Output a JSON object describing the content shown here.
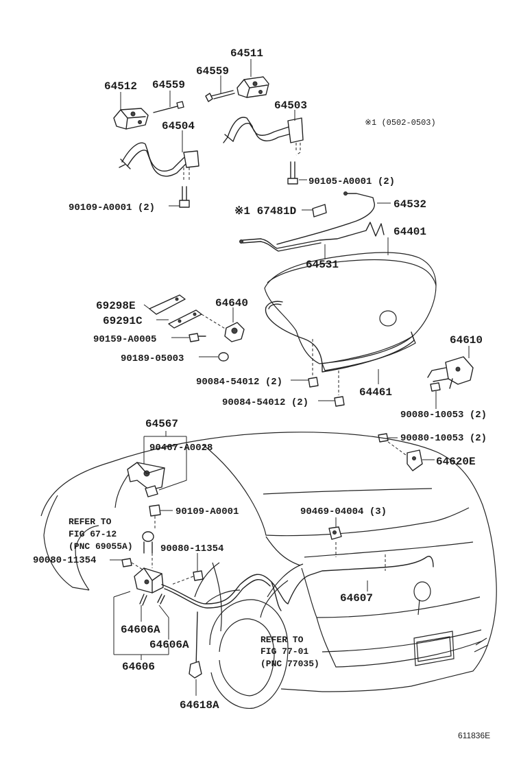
{
  "labels": {
    "p64511": "64511",
    "p64559a": "64559",
    "p64512": "64512",
    "p64559b": "64559",
    "p64503": "64503",
    "p64504": "64504",
    "note_range": "※1 (0502-0503)",
    "p90105": "90105-A0001 (2)",
    "p90109a": "90109-A0001 (2)",
    "p64532": "64532",
    "p67481": "※1 67481D",
    "p64401": "64401",
    "p64531": "64531",
    "p69298": "69298E",
    "p64640": "64640",
    "p69291": "69291C",
    "p90159": "90159-A0005",
    "p90189": "90189-05003",
    "p64610": "64610",
    "p90084a": "90084-54012 (2)",
    "p90084b": "90084-54012 (2)",
    "p64461": "64461",
    "p90080a": "90080-10053 (2)",
    "p90080b": "90080-10053 (2)",
    "p64620": "64620E",
    "p64567": "64567",
    "p90467": "90467-A0028",
    "p90109b": "90109-A0001",
    "ref1_l1": "REFER TO",
    "ref1_l2": "FIG 67-12",
    "ref1_l3": "(PNC 69055A)",
    "p90469": "90469-04004 (3)",
    "p90080c": "90080-11354",
    "p90080d": "90080-11354",
    "p64607": "64607",
    "p64606a1": "64606A",
    "p64606a2": "64606A",
    "ref2_l1": "REFER TO",
    "ref2_l2": "FIG 77-01",
    "ref2_l3": "(PNC 77035)",
    "p64606": "64606",
    "p64618": "64618A",
    "fig_code": "611836E"
  }
}
